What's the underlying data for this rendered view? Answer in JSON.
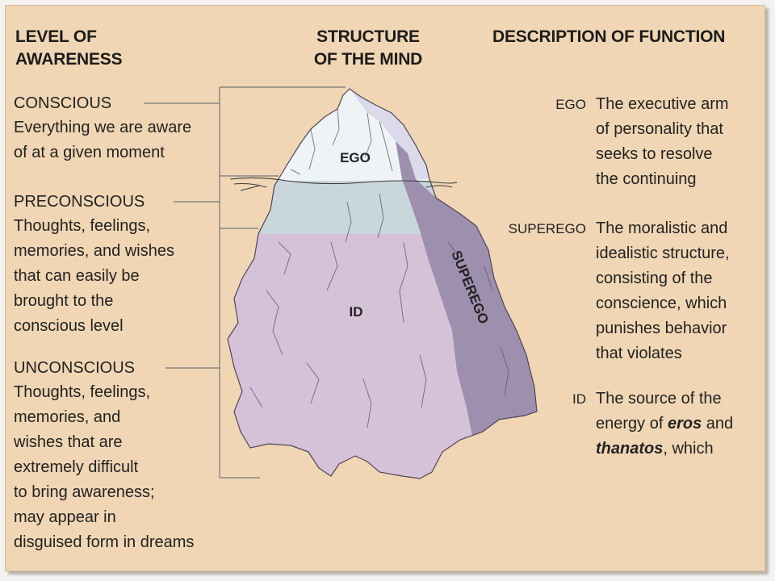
{
  "headers": {
    "level": [
      "LEVEL OF",
      "AWARENESS"
    ],
    "structure": [
      "STRUCTURE",
      "OF THE MIND"
    ],
    "function": "DESCRIPTION OF FUNCTION"
  },
  "levels": {
    "conscious": {
      "title": "CONSCIOUS",
      "lines": [
        "Everything we are aware",
        "of at a given moment"
      ]
    },
    "preconscious": {
      "title": "PRECONSCIOUS",
      "lines": [
        "Thoughts, feelings,",
        "memories, and wishes",
        "that can easily be",
        "brought to the",
        "conscious level"
      ]
    },
    "unconscious": {
      "title": "UNCONSCIOUS",
      "lines": [
        "Thoughts, feelings,",
        "memories, and",
        "wishes that are",
        "extremely difficult",
        "to bring awareness;",
        "may appear in",
        "disguised form in dreams"
      ]
    }
  },
  "iceberg": {
    "ego_label": "EGO",
    "id_label": "ID",
    "superego_label": "SUPEREGO"
  },
  "functions": {
    "ego": {
      "key": "EGO",
      "lines": [
        "The executive arm",
        "of personality that",
        "seeks to resolve",
        "the continuing"
      ]
    },
    "superego": {
      "key": "SUPEREGO",
      "lines": [
        "The moralistic and",
        "idealistic structure,",
        "consisting of the",
        "conscience, which",
        "punishes behavior",
        "that violates"
      ]
    },
    "id": {
      "key": "ID",
      "line1": "The source of the",
      "line2_pre": "energy of ",
      "line2_em": "eros",
      "line2_post": " and",
      "line3_em": "thanatos",
      "line3_post": ", which"
    }
  },
  "colors": {
    "background": "#f0d6b4",
    "tip_ice": "#eef3f5",
    "preconscious_band": "#c9d6dc",
    "id_mass": "#d5c2d8",
    "superego_band": "#9f8fae"
  }
}
